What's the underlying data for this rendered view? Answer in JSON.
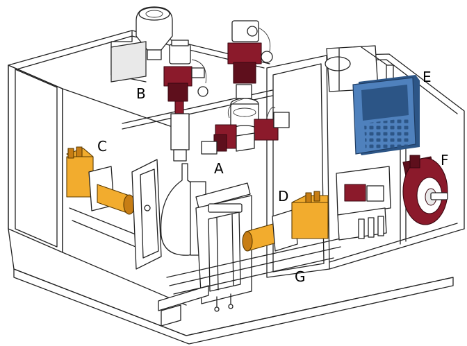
{
  "colors": {
    "valve_red": "#8b1a2b",
    "valve_red_dark": "#5e0f1c",
    "actuator_orange": "#f2ac2e",
    "actuator_orange_dark": "#c77d14",
    "panel_blue": "#4f81bd",
    "panel_blue_dark": "#2c5586",
    "line": "#222222"
  },
  "labels": {
    "a": "A",
    "b": "B",
    "c": "C",
    "d": "D",
    "e": "E",
    "f": "F",
    "g": "G"
  },
  "icons": {
    "valve": "solenoid-valve",
    "actuator": "linear-actuator",
    "panel": "control-keypad",
    "motor": "servo-motor"
  }
}
